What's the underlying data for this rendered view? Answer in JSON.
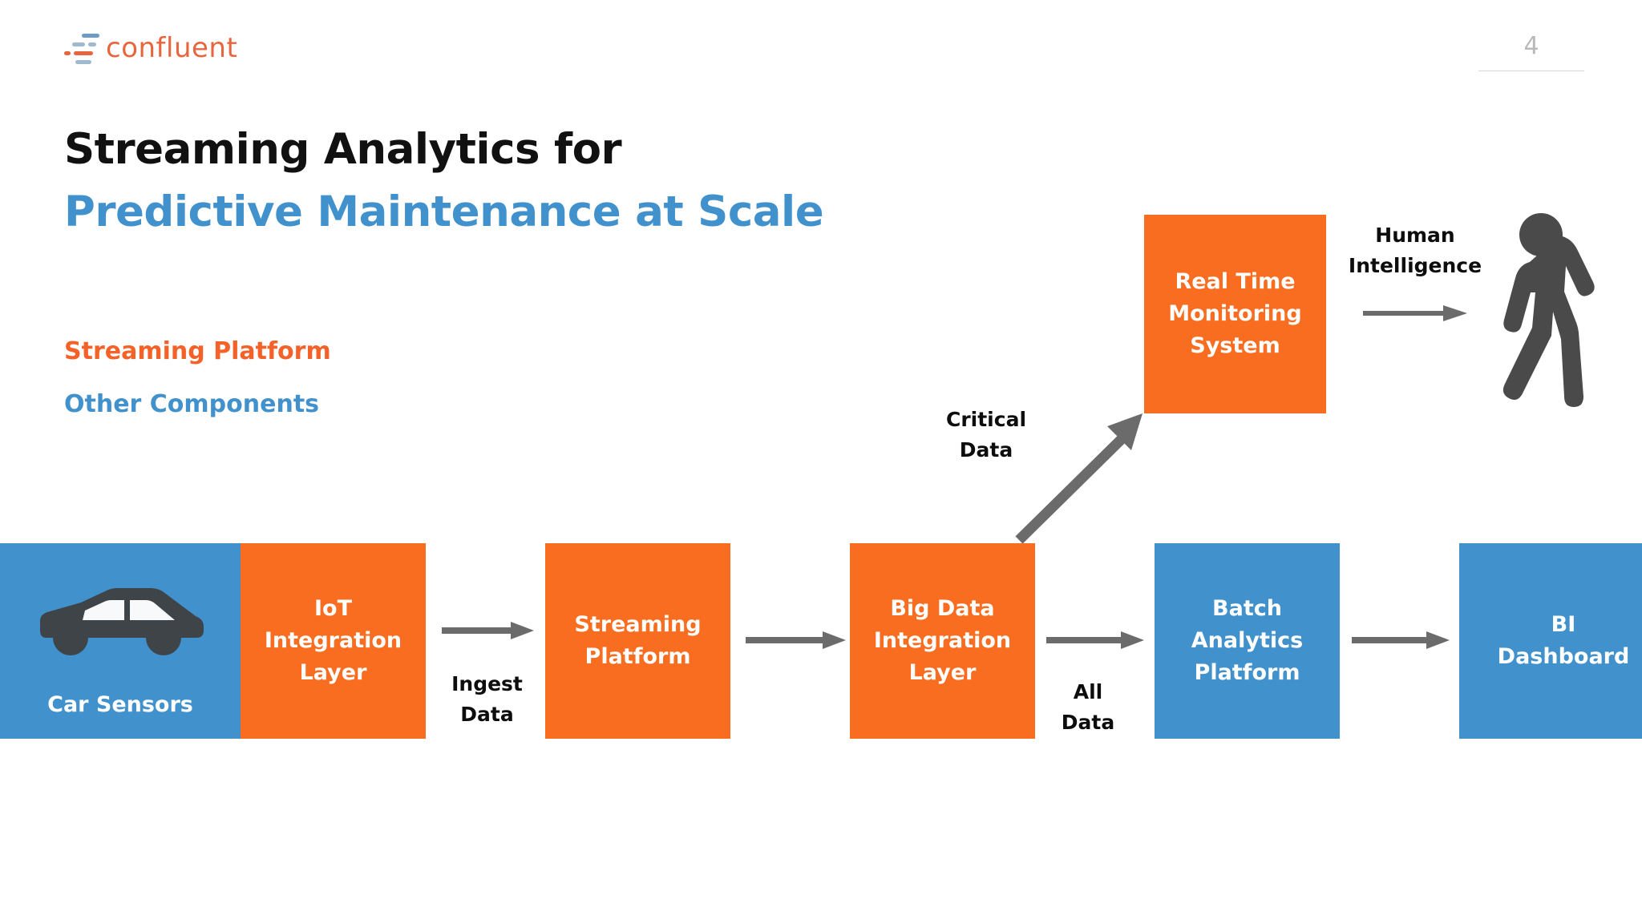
{
  "brand": {
    "logo_text": "confluent",
    "logo_icon": "confluent-logo-mark",
    "orange": "#f96d20",
    "blue": "#4191cc",
    "logo_orange": "#e8663d",
    "logo_blue": "#6d9bc3",
    "arrow_gray": "#6b6b6b",
    "icon_gray": "#4a4a4a"
  },
  "header": {
    "page_number": "4"
  },
  "title": {
    "line1": "Streaming Analytics for",
    "line2": "Predictive Maintenance at Scale"
  },
  "legend": {
    "items": [
      {
        "label": "Streaming Platform",
        "color": "#f4622a"
      },
      {
        "label": "Other Components",
        "color": "#4191cc"
      }
    ]
  },
  "diagram": {
    "boxes": [
      {
        "id": "car-sensors",
        "label": "Car Sensors",
        "color": "blue",
        "icon": "car-icon"
      },
      {
        "id": "iot-integration",
        "label": "IoT\nIntegration\nLayer",
        "color": "orange"
      },
      {
        "id": "streaming-platform",
        "label": "Streaming\nPlatform",
        "color": "orange"
      },
      {
        "id": "big-data",
        "label": "Big Data\nIntegration\nLayer",
        "color": "orange"
      },
      {
        "id": "batch-analytics",
        "label": "Batch\nAnalytics\nPlatform",
        "color": "blue"
      },
      {
        "id": "bi-dashboard",
        "label": "BI\nDashboard",
        "color": "blue"
      },
      {
        "id": "real-time-monitor",
        "label": "Real Time\nMonitoring\nSystem",
        "color": "orange"
      }
    ],
    "captions": [
      {
        "id": "ingest-data",
        "label": "Ingest\nData"
      },
      {
        "id": "all-data",
        "label": "All\nData"
      },
      {
        "id": "critical-data",
        "label": "Critical\nData"
      },
      {
        "id": "human-intelligence",
        "label": "Human\nIntelligence"
      }
    ],
    "person_icon": "walking-person-icon"
  }
}
